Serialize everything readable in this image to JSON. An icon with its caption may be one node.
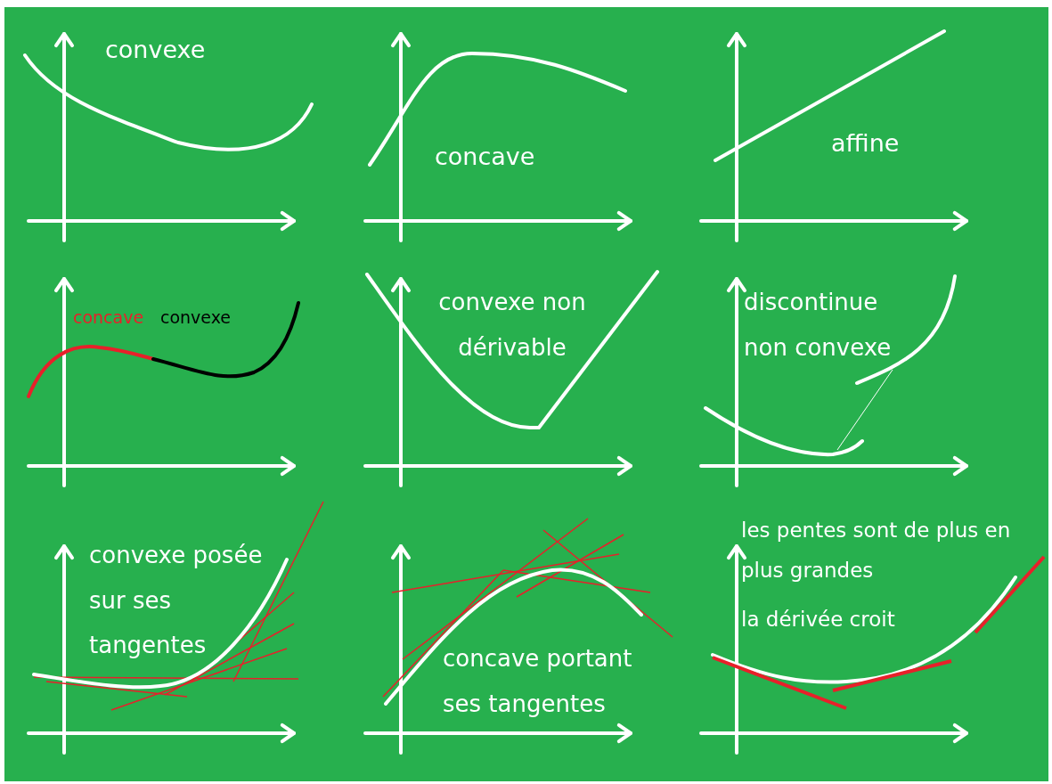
{
  "diagram": {
    "labels": [
      "convexe",
      "concave",
      "affine",
      "concave",
      "convexe",
      "convexe non dérivable",
      "discontinue non convexe",
      "convexe posée sur ses tangentes",
      "concave portant ses tangentes",
      "les pentes sont de plus en plus grandes",
      "la dérivée croit"
    ]
  }
}
